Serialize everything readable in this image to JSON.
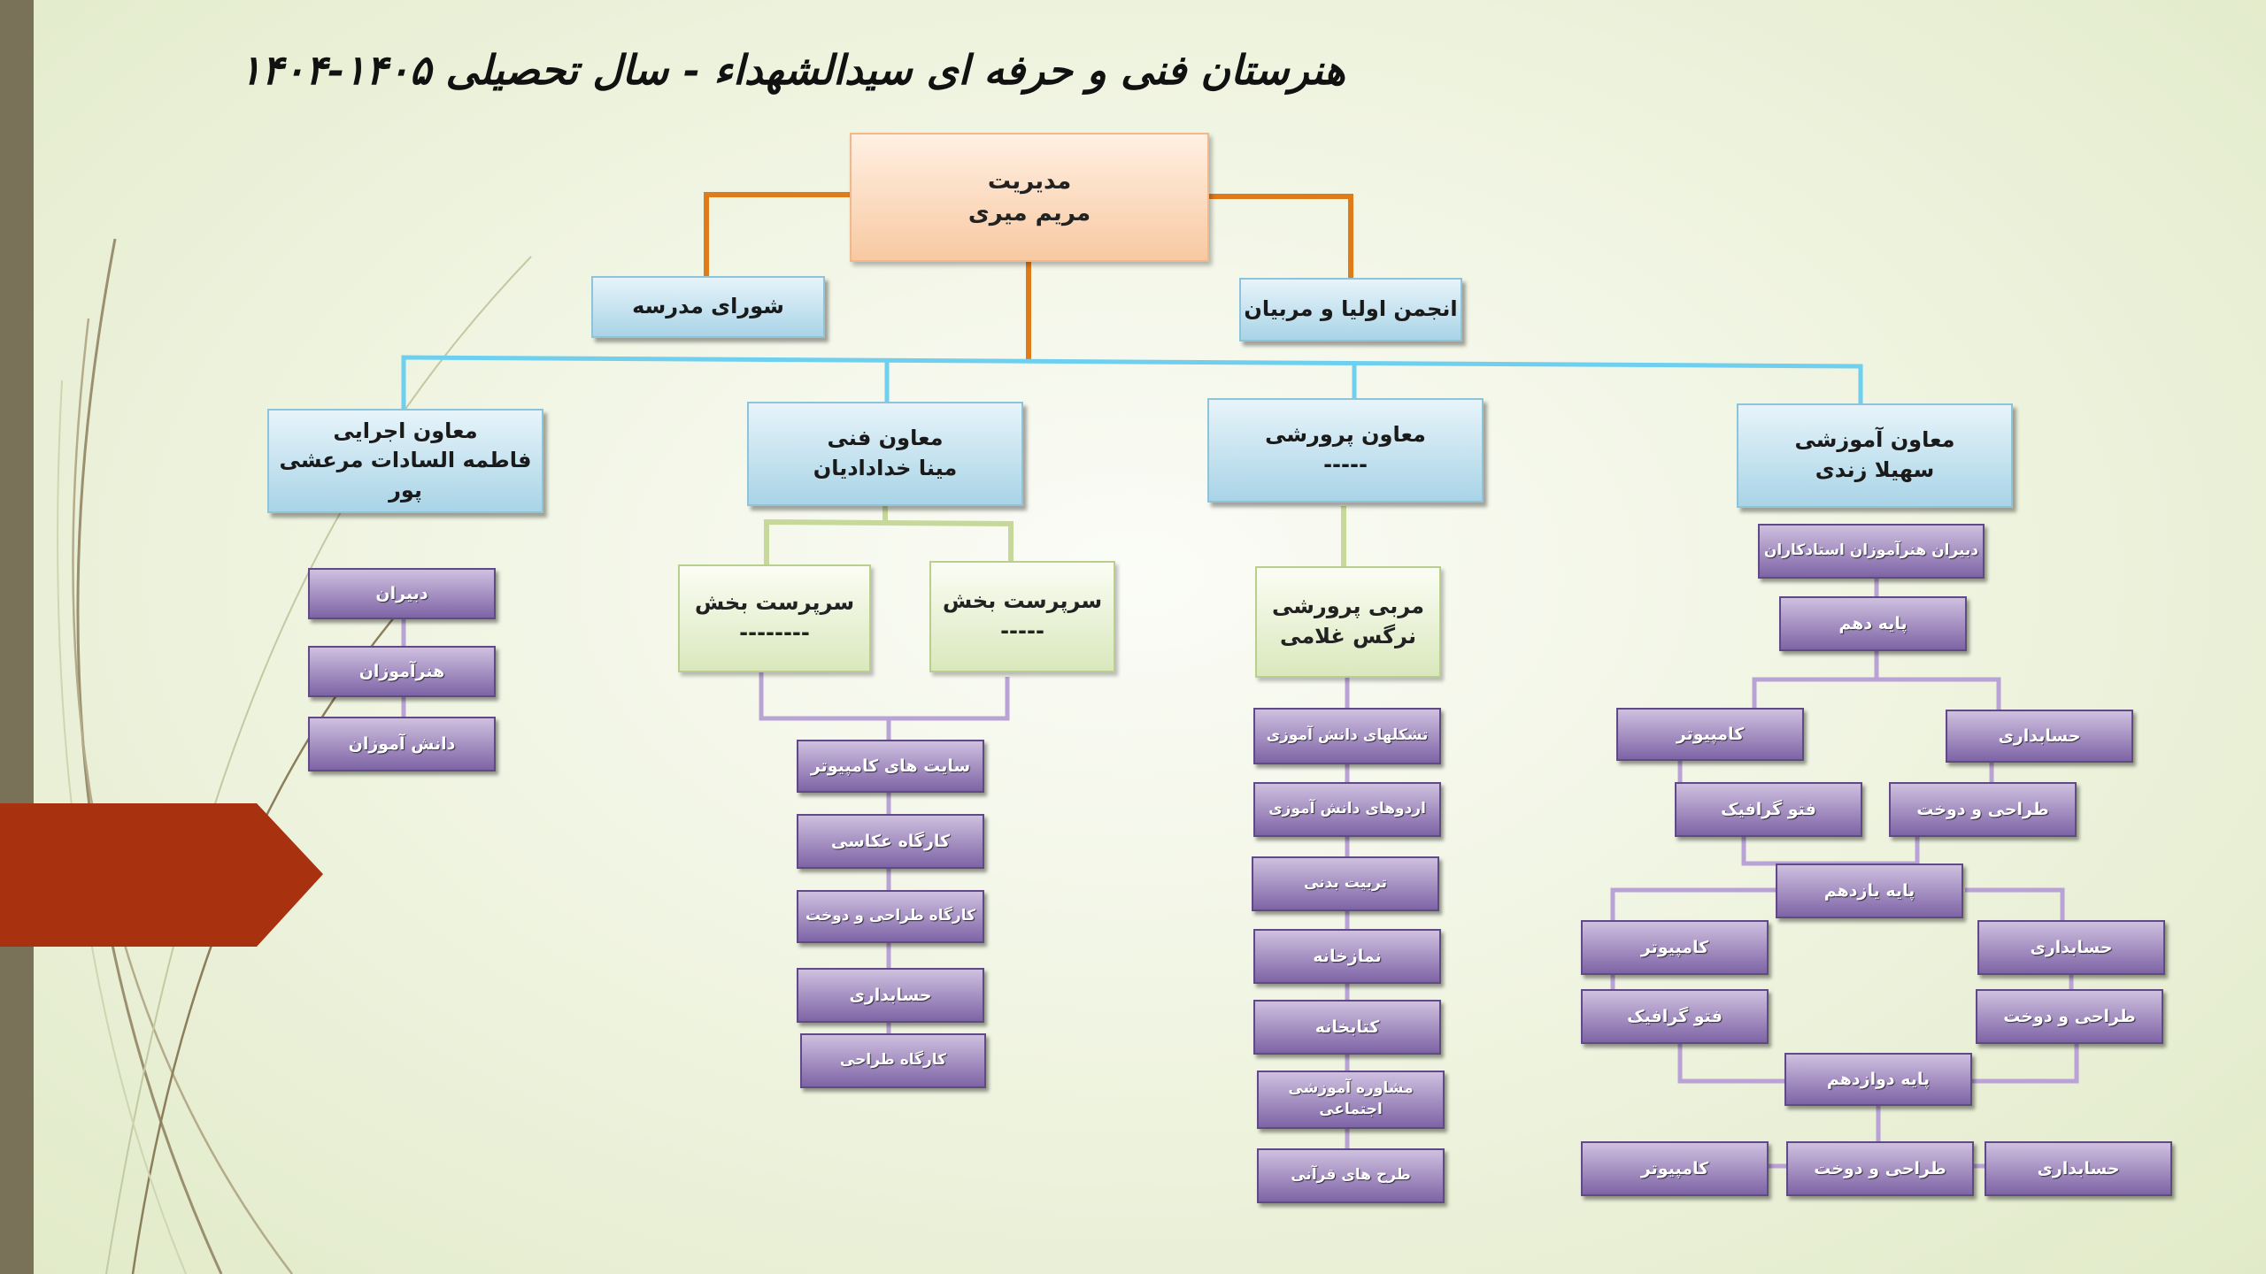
{
  "title": "هنرستان فنی و حرفه ای سیدالشهداء - سال تحصیلی ۱۴۰۵-۱۴۰۴",
  "management": {
    "role": "مدیریت",
    "name": "مریم میری"
  },
  "council": "شورای مدرسه",
  "parents": "انجمن اولیا و مربیان",
  "executive": {
    "role": "معاون اجرایی",
    "name": "فاطمه السادات مرعشی پور",
    "items": [
      "دبیران",
      "هنرآموزان",
      "دانش آموزان"
    ]
  },
  "technical": {
    "role": "معاون فنی",
    "name": "مینا خدادادیان",
    "supervisor_left": {
      "role": "سرپرست بخش",
      "name": "--------"
    },
    "supervisor_right": {
      "role": "سرپرست بخش",
      "name": "-----"
    },
    "items": [
      "سایت های کامپیوتر",
      "کارگاه عکاسی",
      "کارگاه طراحی و دوخت",
      "حسابداری",
      "کارگاه طراحی"
    ]
  },
  "cultural": {
    "role": "معاون پرورشی",
    "name": "-----",
    "educator": {
      "role": "مربی پرورشی",
      "name": "نرگس غلامی"
    },
    "items": [
      "تشکلهای دانش آموزی",
      "اردوهای دانش آموزی",
      "تربیت بدنی",
      "نمازخانه",
      "کتابخانه",
      "مشاوره آموزشی اجتماعی",
      "طرح های قرآنی"
    ]
  },
  "educational": {
    "role": "معاون آموزشی",
    "name": "سهیلا زندی",
    "teachers": "دبیران هنرآموزان استادکاران",
    "grade10": "پایه دهم",
    "grade11": "پایه یازدهم",
    "grade12": "پایه دوازدهم",
    "g10": {
      "computer": "کامپیوتر",
      "accounting": "حسابداری",
      "photo": "فتو گرافیک",
      "sewing": "طراحی و دوخت"
    },
    "g11": {
      "computer": "کامپیوتر",
      "accounting": "حسابداری",
      "photo": "فتو گرافیک",
      "sewing": "طراحی و دوخت"
    },
    "g12": {
      "computer": "کامپیوتر",
      "sewing": "طراحی و دوخت",
      "accounting": "حسابداری"
    }
  },
  "colors": {
    "orange_line": "#e07b1a",
    "blue_line": "#6fcfee",
    "green_line": "#c6d89a",
    "purple_line": "#b9a3d6"
  }
}
